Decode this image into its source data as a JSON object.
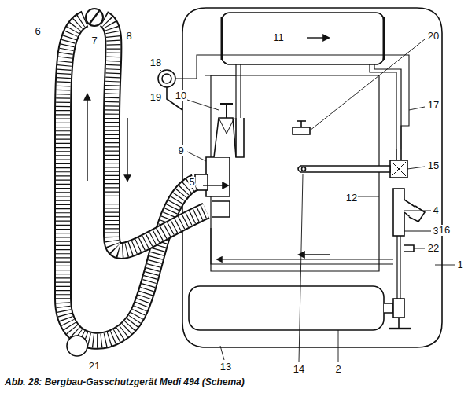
{
  "diagram": {
    "caption": "Abb. 28: Bergbau-Gasschutzgerät Medi 494 (Schema)",
    "labels": [
      "1",
      "2",
      "3",
      "4",
      "5",
      "6",
      "7",
      "8",
      "9",
      "10",
      "11",
      "12",
      "13",
      "14",
      "15",
      "16",
      "17",
      "18",
      "19",
      "20",
      "21",
      "22"
    ]
  }
}
